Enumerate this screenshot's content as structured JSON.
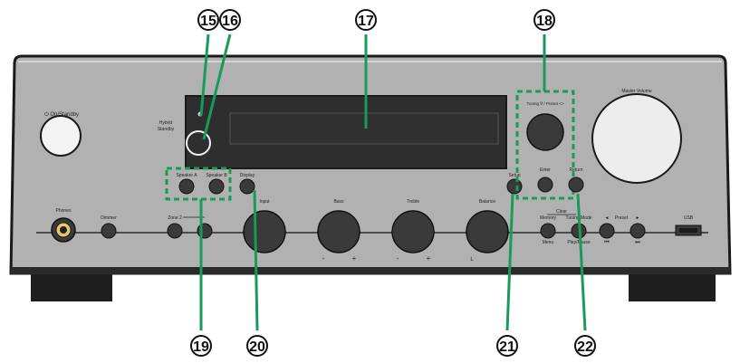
{
  "callouts": [
    "15",
    "16",
    "17",
    "18",
    "19",
    "20",
    "21",
    "22"
  ],
  "panel": {
    "on_standby": "⏻ On/Standby",
    "hybrid_standby": [
      "Hybrid",
      "Standby"
    ],
    "speaker_a": "Speaker A",
    "speaker_b": "Speaker B",
    "display": "Display",
    "phones": "Phones",
    "dimmer": "Dimmer",
    "zone2": "Zone 2",
    "input": "Input",
    "bass": "Bass",
    "treble": "Treble",
    "balance": "Balance",
    "minus": "-",
    "plus": "+",
    "left": "L",
    "setup": "Setup",
    "tuning_preset": "Tuning ∇ / Preset <>",
    "enter": "Enter",
    "return": "Return",
    "master_volume": "Master Volume",
    "memory": "Memory",
    "menu": "Menu",
    "clear": "Clear",
    "tuning_mode": "Tuning Mode",
    "play_pause": "Play/Pause",
    "preset": "Preset",
    "prev_sym": "⏮",
    "next_sym": "⏭",
    "left_arrow": "◄",
    "right_arrow": "►",
    "usb": "USB"
  },
  "colors": {
    "panel_face": "#b3b3b3",
    "panel_top": "#bdbdbd",
    "bezel": "#1a1a1a",
    "display_window": "#2f2f2f",
    "knob": "#3a3a3a",
    "callout_green": "#1a9a5a"
  }
}
